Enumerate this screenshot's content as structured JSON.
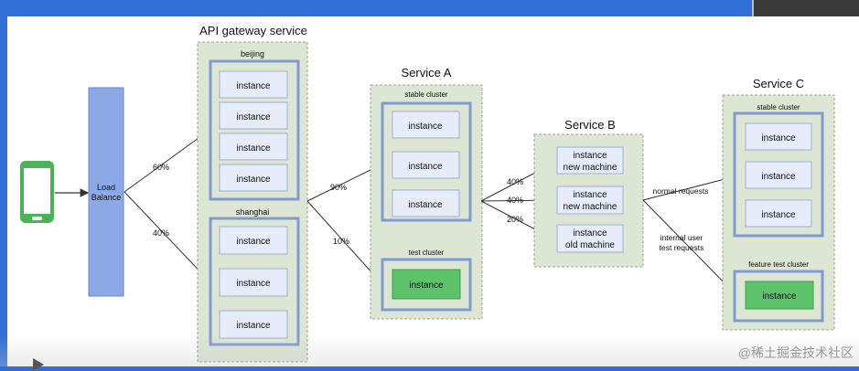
{
  "diagram": {
    "client_device": "phone-icon",
    "load_balancer": {
      "line1": "Load",
      "line2": "Balance"
    },
    "gateway": {
      "title": "API gateway service",
      "beijing": {
        "label": "beijing",
        "instances": [
          "instance",
          "instance",
          "instance",
          "instance"
        ]
      },
      "shanghai": {
        "label": "shanghai",
        "instances": [
          "instance",
          "instance",
          "instance"
        ]
      }
    },
    "lb_edges": {
      "to_beijing": "60%",
      "to_shanghai": "40%"
    },
    "service_a": {
      "title": "Service A",
      "stable": {
        "label": "stable cluster",
        "instances": [
          "instance",
          "instance",
          "instance"
        ]
      },
      "test": {
        "label": "test cluster",
        "instance": "instance"
      }
    },
    "gateway_edges": {
      "to_stable": "90%",
      "to_test": "10%"
    },
    "service_b": {
      "title": "Service B",
      "instances": [
        {
          "line1": "instance",
          "line2": "new machine"
        },
        {
          "line1": "instance",
          "line2": "new machine"
        },
        {
          "line1": "instance",
          "line2": "old machine"
        }
      ]
    },
    "a_to_b_edges": [
      "40%",
      "40%",
      "20%"
    ],
    "service_c": {
      "title": "Service C",
      "stable": {
        "label": "stable cluster",
        "instances": [
          "instance",
          "instance",
          "instance"
        ]
      },
      "feature": {
        "label": "feature test cluster",
        "instance": "instance"
      }
    },
    "b_to_c_edges": {
      "normal": "normal requests",
      "internal_line1": "internal user",
      "internal_line2": "test requests"
    },
    "watermark": "@稀土掘金技术社区",
    "colors": {
      "service_bg": "#dce6d2",
      "cluster_border": "#7f9ad0",
      "instance_bg": "#e6ecfa",
      "highlight_instance": "#5cc36b",
      "load_balancer": "#8aa9e6"
    }
  }
}
